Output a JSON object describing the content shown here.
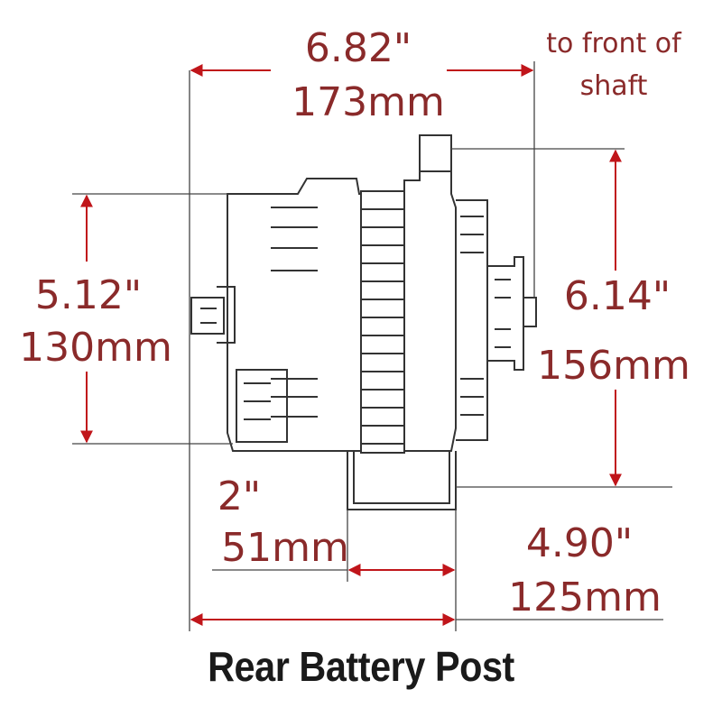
{
  "colors": {
    "dimension": "#8a2a2a",
    "arrow": "#c0151a",
    "line": "#333333",
    "caption": "#1a1a1a"
  },
  "dimensions": {
    "overall_length": {
      "inches": "6.82\"",
      "mm": "173mm"
    },
    "front_note": {
      "line1": "to front of",
      "line2": "shaft"
    },
    "rear_height": {
      "inches": "5.12\"",
      "mm": "130mm"
    },
    "front_height": {
      "inches": "6.14\"",
      "mm": "156mm"
    },
    "mount_offset": {
      "inches": "2\"",
      "mm": "51mm"
    },
    "mount_to_rear": {
      "inches": "4.90\"",
      "mm": "125mm"
    }
  },
  "caption": "Rear Battery Post"
}
